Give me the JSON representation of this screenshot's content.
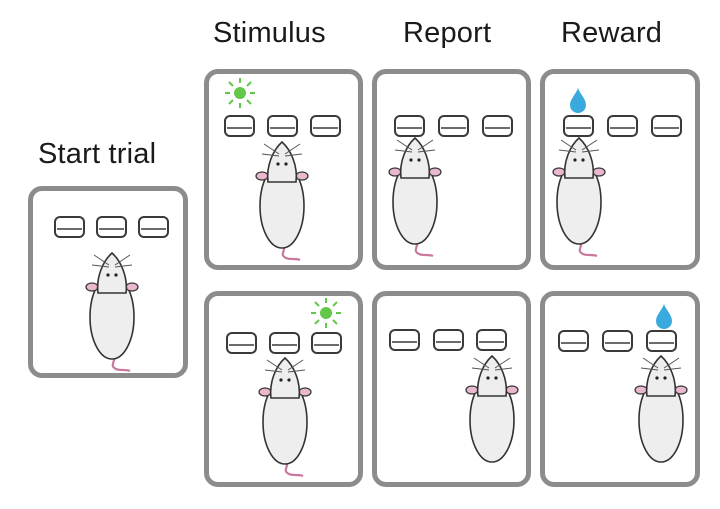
{
  "headings": {
    "start": "Start trial",
    "stimulus": "Stimulus",
    "report": "Report",
    "reward": "Reward"
  },
  "colors": {
    "panel_border": "#8c8c8c",
    "port_stroke": "#3a3a3a",
    "light": "#63c84a",
    "water": "#3aa9dd",
    "mouse_body": "#eeeeee",
    "mouse_ear": "#e9b8cf",
    "mouse_tail": "#c9789e"
  },
  "icons": {
    "port": "port-icon",
    "mouse": "mouse-icon",
    "light": "light-icon",
    "water_drop": "water-drop-icon"
  }
}
